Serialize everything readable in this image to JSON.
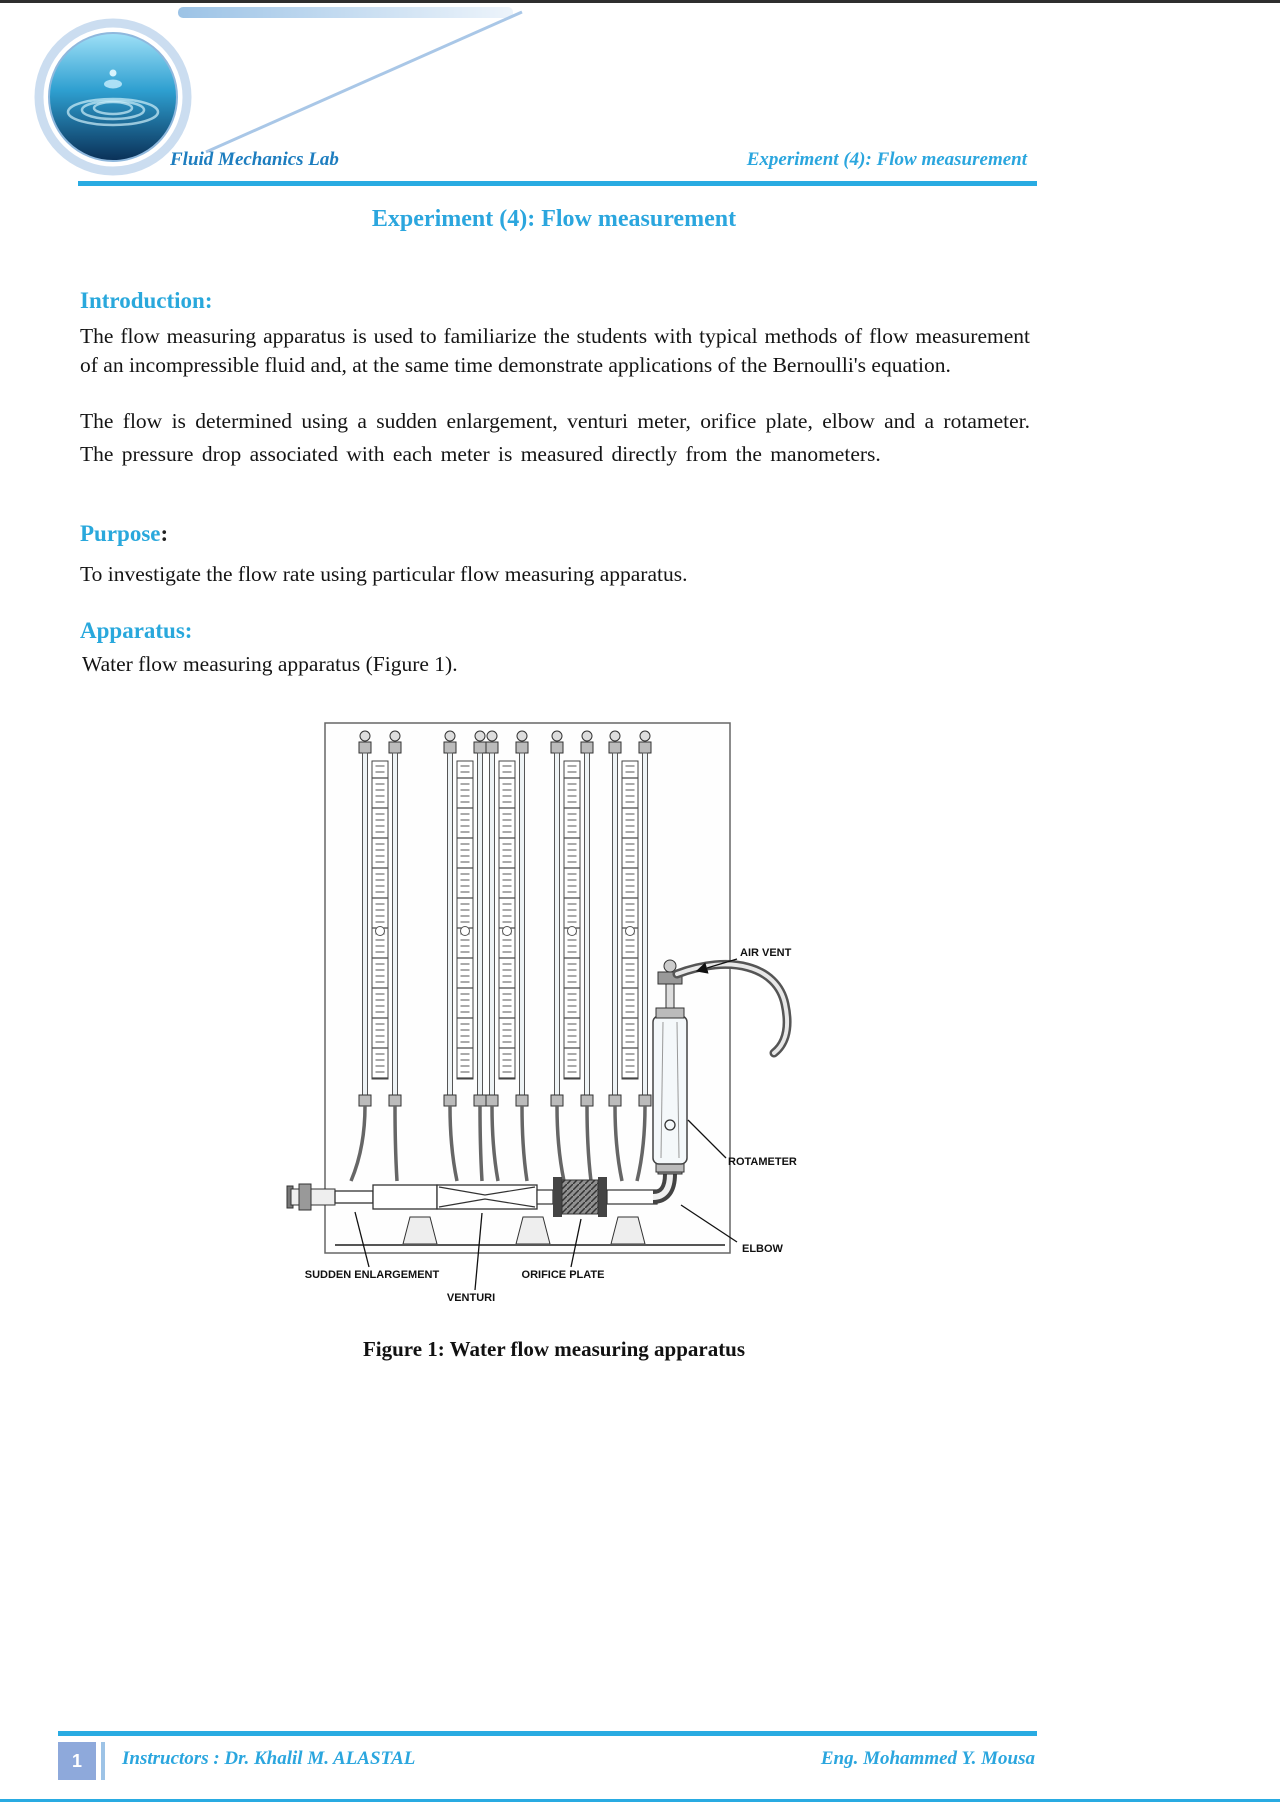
{
  "header": {
    "left": "Fluid Mechanics Lab",
    "right": "Experiment (4): Flow measurement",
    "logo_icon": "water-ripple-logo"
  },
  "title": "Experiment (4): Flow measurement",
  "intro": {
    "heading": "Introduction:",
    "para1": "The flow measuring apparatus is used to familiarize the students with typical methods of flow measurement of an incompressible fluid and, at the same time demonstrate applications of the Bernoulli's equation.",
    "para2": "The flow is determined using a sudden enlargement, venturi meter, orifice plate, elbow and a rotameter. The pressure drop associated with each meter is measured directly from the manometers."
  },
  "purpose": {
    "heading": "Purpose",
    "colon": ":",
    "body": "To investigate the flow rate using particular flow measuring apparatus."
  },
  "apparatus": {
    "heading": "Apparatus:",
    "body": "Water flow measuring apparatus (Figure 1)."
  },
  "figure": {
    "labels": {
      "air_vent": "AIR VENT",
      "rotameter": "ROTAMETER",
      "elbow": "ELBOW",
      "sudden_enlargement": "SUDDEN ENLARGEMENT",
      "venturi": "VENTURI",
      "orifice_plate": "ORIFICE PLATE"
    },
    "caption": "Figure 1: Water flow measuring apparatus"
  },
  "footer": {
    "page_number": "1",
    "left": "Instructors : Dr. Khalil M. ALASTAL",
    "right": "Eng. Mohammed Y. Mousa"
  },
  "colors": {
    "accent": "#29ABE2",
    "heading": "#29A8DC",
    "footer_text": "#2BA6DE",
    "page_number_box": "#8EA9DB"
  }
}
